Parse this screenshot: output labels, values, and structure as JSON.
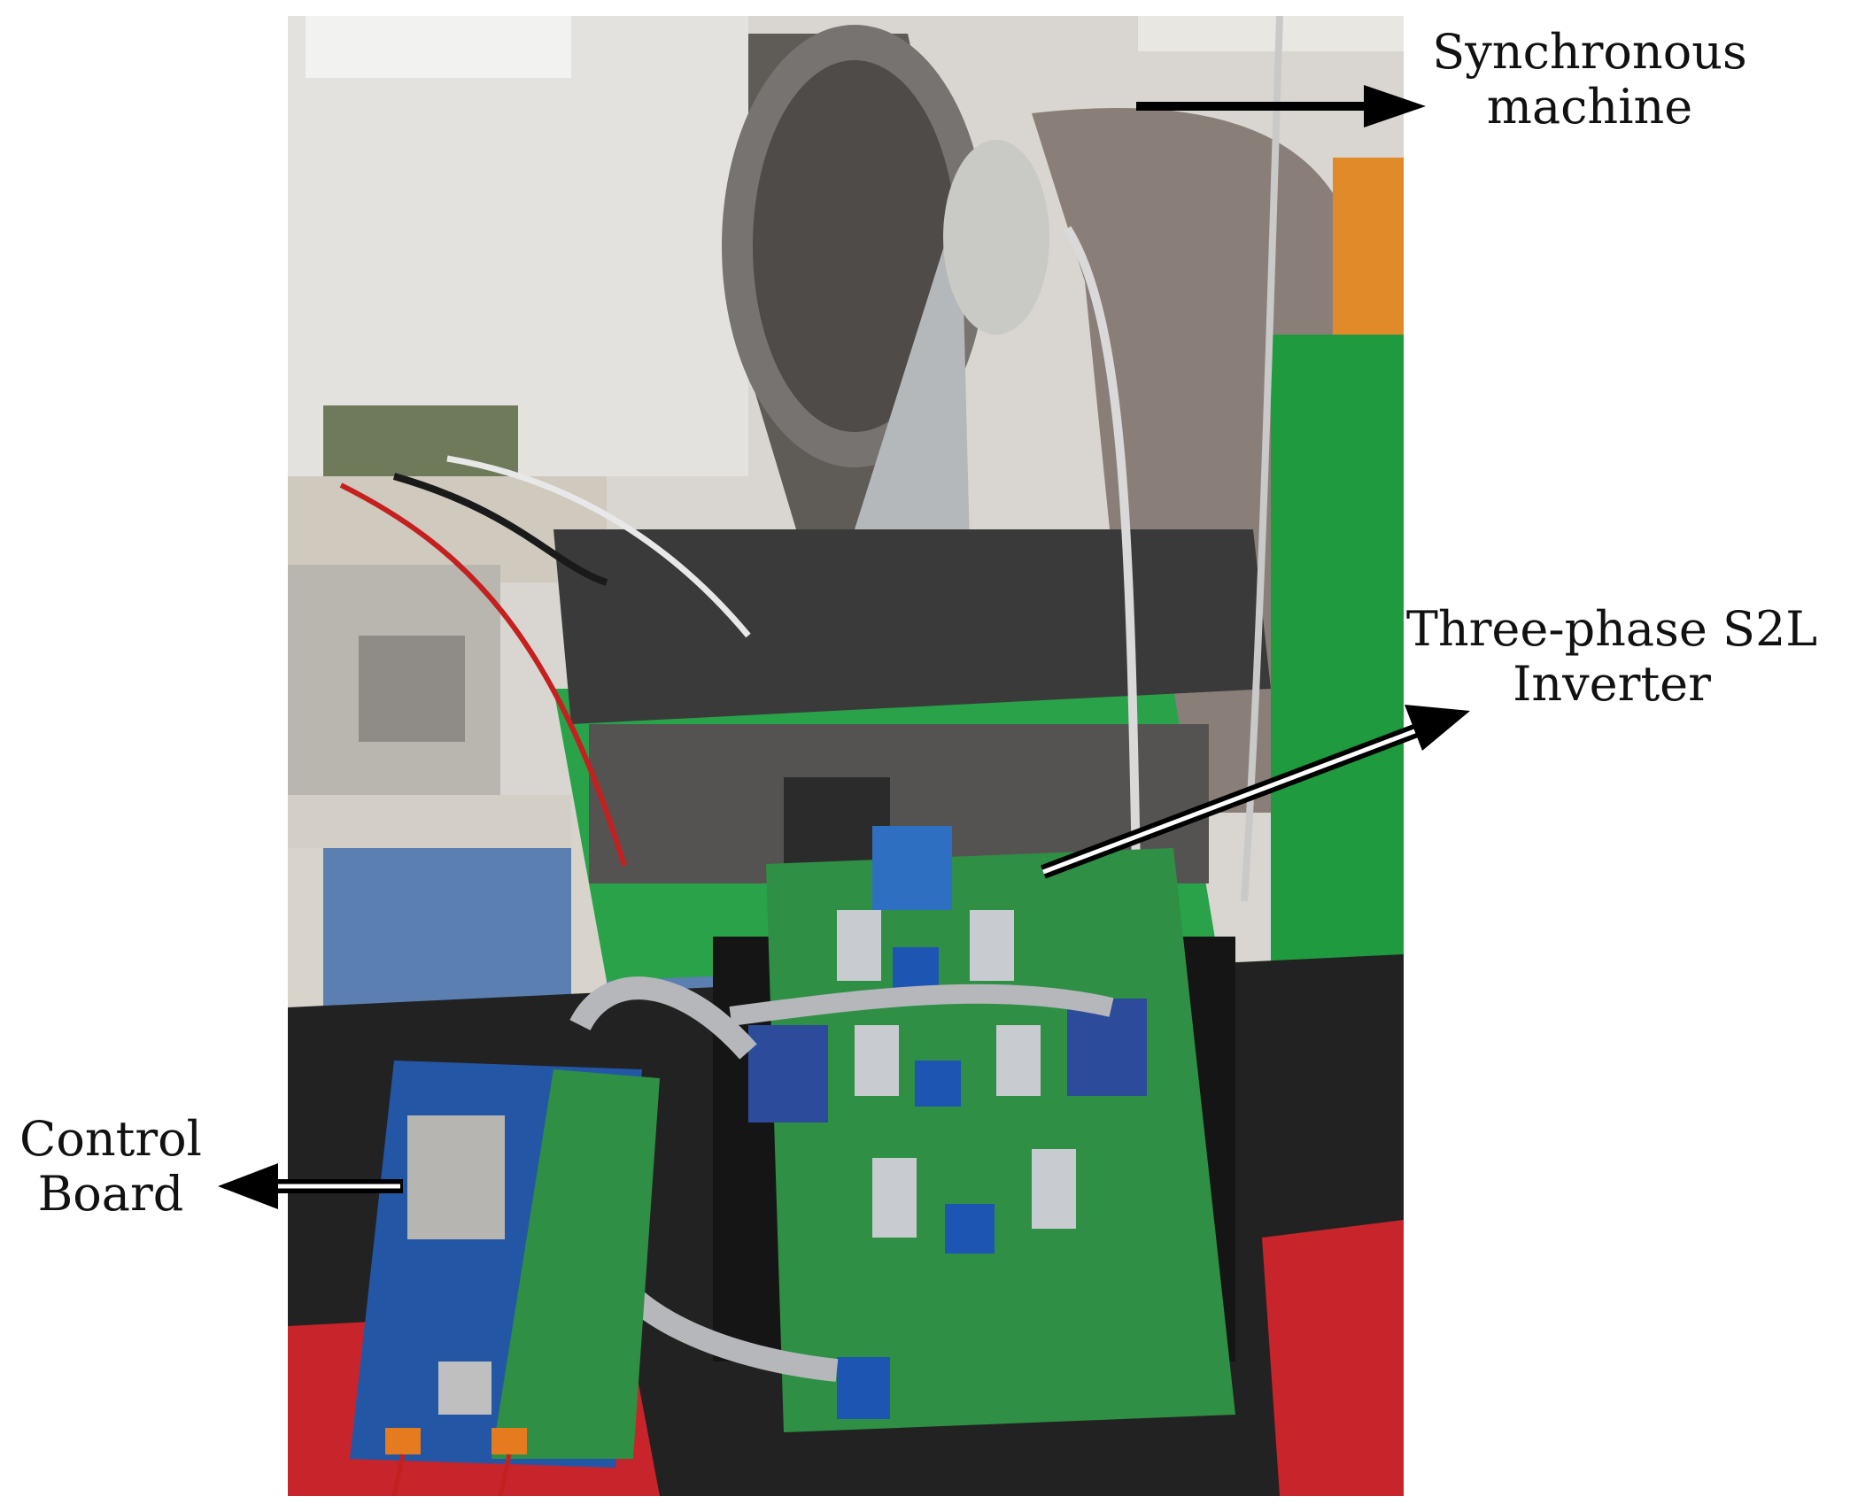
{
  "labels": {
    "synchronous_machine": {
      "line1": "Synchronous",
      "line2": "machine"
    },
    "inverter": {
      "line1": "Three-phase S2L",
      "line2": "Inverter"
    },
    "control_board": {
      "line1": "Control",
      "line2": "Board"
    }
  },
  "colors": {
    "pcb_green": "#2f8f45",
    "control_board_blue": "#2456a6",
    "machine_grey": "#6e6a66",
    "frame_green": "#1f9a3e",
    "mat_red": "#c8242b",
    "mat_black": "#222222"
  }
}
